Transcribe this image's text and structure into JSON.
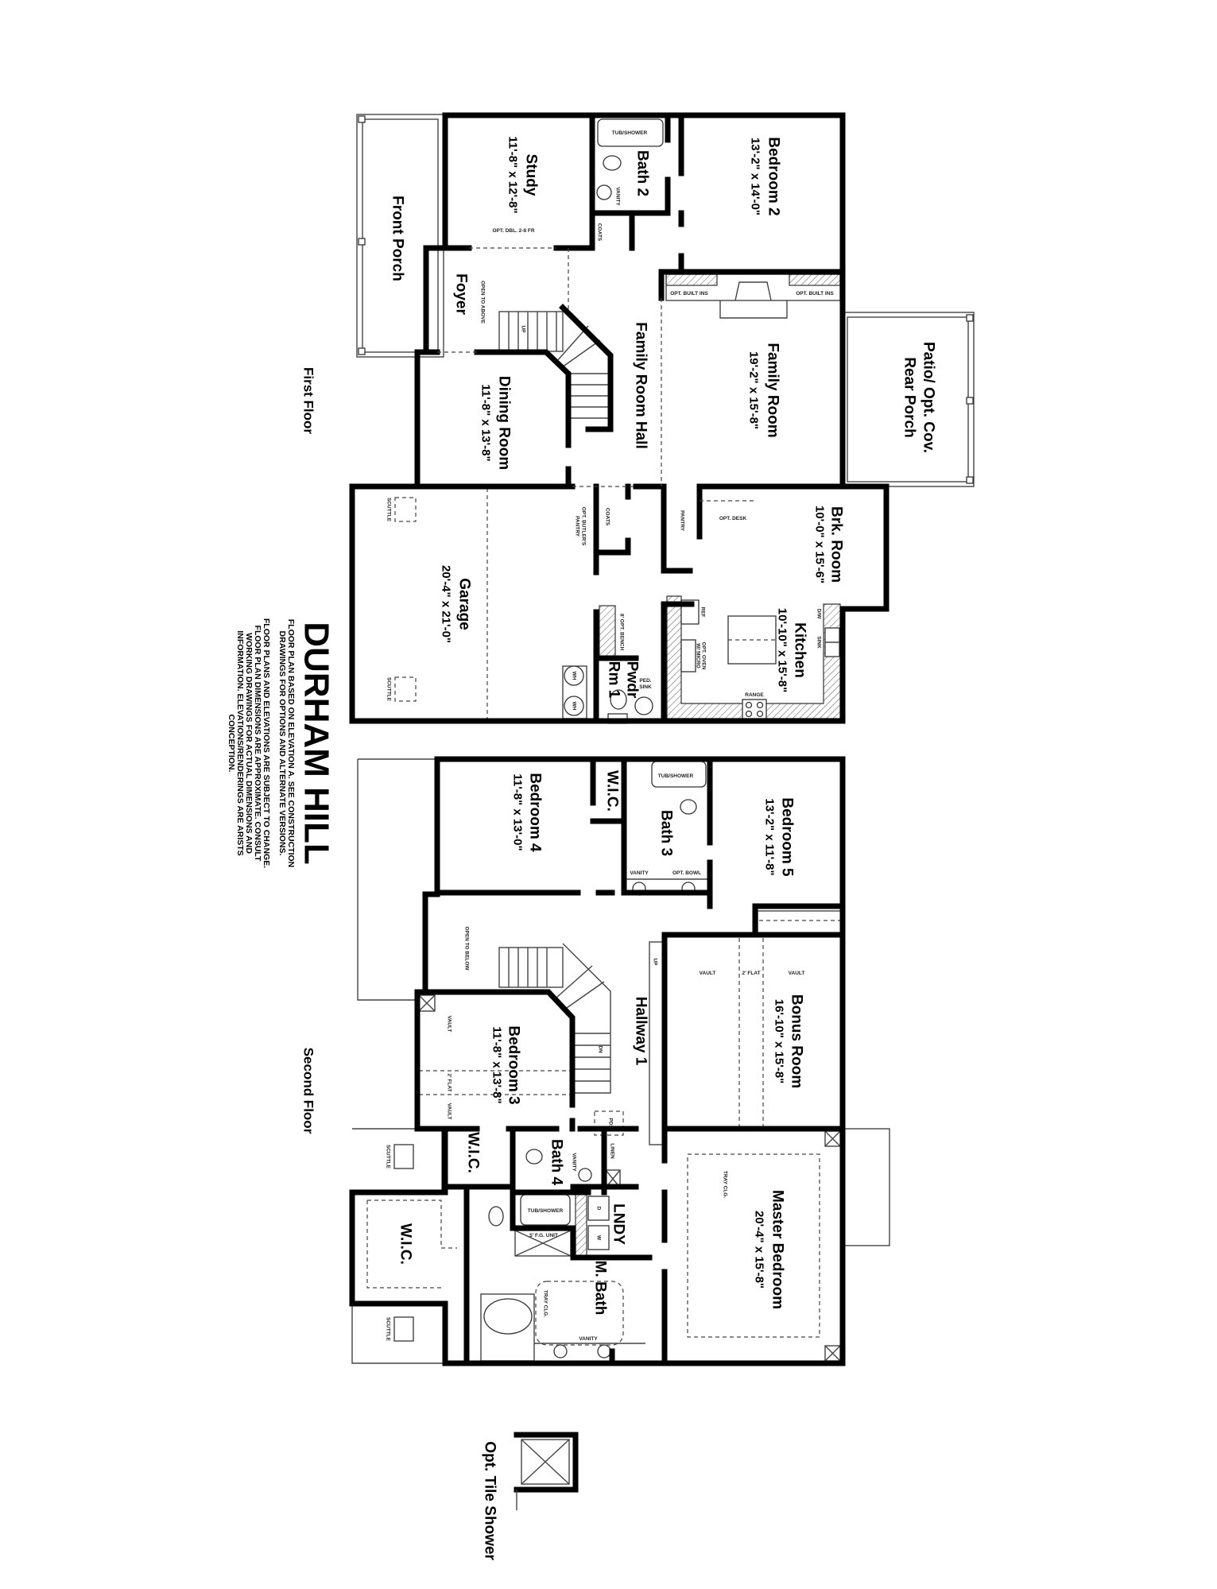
{
  "title": "DURHAM HILL",
  "notes": {
    "para1": [
      "FLOOR PLAN BASED ON ELEVATION A. SEE CONSTRUCTION",
      "DRAWINGS FOR OPTIONS AND ALTERNATE VERSIONS."
    ],
    "para2": [
      "FLOOR PLANS AND ELEVATIONS ARE SUBJECT TO CHANGE.",
      "FLOOR PLAN DIMENSIONS ARE APPROXIMATE. CONSULT",
      "WORKING DRAWINGS FOR ACTUAL DIMENSIONS AND",
      "INFORMATION. ELEVATIONS/RENDERINGS ARE ARISTS",
      "CONCEPTION."
    ]
  },
  "first_floor": {
    "label": "First Floor",
    "rooms": [
      {
        "name": "Study",
        "dims": "11'-8\" x 12'-8\""
      },
      {
        "name": "Bath 2"
      },
      {
        "name": "Bedroom 2",
        "dims": "13'-2\" x 14'-0\""
      },
      {
        "name": "Foyer"
      },
      {
        "name": "Family Room Hall"
      },
      {
        "name": "Family Room",
        "dims": "19'-2\" x 15'-8\""
      },
      {
        "name": "Patio/ Opt. Cov.",
        "name2": "Rear Porch"
      },
      {
        "name": "Front Porch"
      },
      {
        "name": "Dining Room",
        "dims": "11'-8\" x 13'-8\""
      },
      {
        "name": "Garage",
        "dims": "20'-4\" x 21'-0\""
      },
      {
        "name": "Brk. Room",
        "dims": "10'-0\" x 15'-6\""
      },
      {
        "name": "Kitchen",
        "dims": "10'-10\" x 15'-8\""
      },
      {
        "name": "Pwdr",
        "name2": "Rm 1"
      }
    ],
    "annotations": [
      "TUB/SHOWER",
      "VANITY",
      "COATS",
      "OPT. DBL. 2-8 FR",
      "OPEN TO ABOVE",
      "UP",
      "OPT. BUILT INS",
      "OPT. BUILT INS",
      "PANTRY",
      "OPT. DESK",
      "OPT. BUTLER'S",
      "PANTRY",
      "COATS",
      "8' OPT. BENCH",
      "REF",
      "OPT. OVEN",
      "W/ MICRO",
      "D/W",
      "SINK",
      "RANGE",
      "PED.",
      "SINK",
      "WH",
      "WH",
      "SCUTTLE",
      "SCUTTLE"
    ]
  },
  "second_floor": {
    "label": "Second Floor",
    "rooms": [
      {
        "name": "Bedroom 4",
        "dims": "11'-8\" x 13'-0\""
      },
      {
        "name": "W.I.C."
      },
      {
        "name": "Bath 3"
      },
      {
        "name": "Bedroom 5",
        "dims": "13'-2\" x 11'-8\""
      },
      {
        "name": "Hallway 1"
      },
      {
        "name": "Bonus Room",
        "dims": "16'-10\" x 15'-8\""
      },
      {
        "name": "Bedroom 3",
        "dims": "11'-8\" x 13'-8\""
      },
      {
        "name": "W.I.C."
      },
      {
        "name": "Bath 4"
      },
      {
        "name": "LNDY"
      },
      {
        "name": "W.I.C."
      },
      {
        "name": "M. Bath"
      },
      {
        "name": "Master Bedroom",
        "dims": "20'-4\" x 15'-8\""
      }
    ],
    "annotations": [
      "TUB/SHOWER",
      "VANITY",
      "OPT. BOWL",
      "OPEN TO BELOW",
      "UP",
      "VAULT",
      "2' FLAT",
      "VAULT",
      "DN",
      "PDS",
      "VAULT",
      "2' FLAT",
      "VAULT",
      "LINEN",
      "VANITY",
      "TUB/SHOWER",
      "5' F.G. UNIT",
      "D",
      "W",
      "TRAY CLG.",
      "TRAY CLG.",
      "VANITY",
      "SCUTTLE",
      "SCUTTLE"
    ]
  },
  "option": {
    "label": "Opt. Tile Shower"
  }
}
